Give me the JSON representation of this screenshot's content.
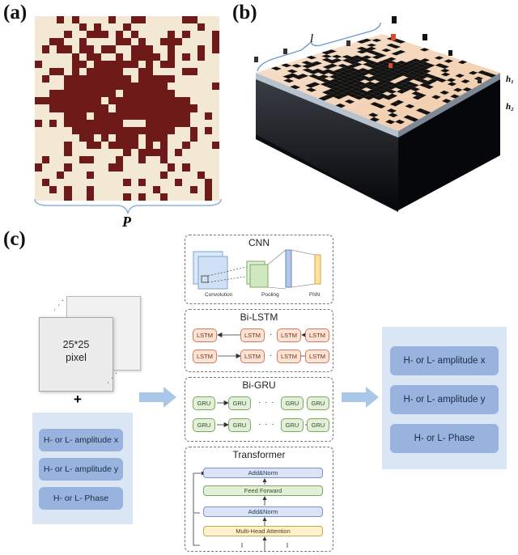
{
  "panels": {
    "a": "(a)",
    "b": "(b)",
    "c": "(c)"
  },
  "panel_a": {
    "period_label": "P",
    "colors": {
      "on": "#6e1a18",
      "off": "#f3e8d3"
    },
    "pattern": [
      "0001010000100110000011000",
      "0000001010001000000000100",
      "0000100111010100001010001",
      "0011001000011010011100001",
      "0101101101100111001000101",
      "0000010110010111101010100",
      "1000011011111101011000000",
      "0011010111110011000011000",
      "0100111111111011111000000",
      "0000111111111111110000001",
      "0011111111101111111000000",
      "1111111110111111111110000",
      "0011111111011111111111000",
      "0000111011111111111110010",
      "1010111111110001111110000",
      "0000011111111111111001010",
      "0000001101011101110001000",
      "0000100110111101010010001",
      "0000100000001011110100000",
      "0100001100010010010000000",
      "1000100000110000001010000",
      "0001000100000000010000100",
      "0100000000001010000100010",
      "0010100100000000100001010",
      "0000100100001010010000010"
    ]
  },
  "panel_b": {
    "width_label": "l",
    "h1_label": "h₁",
    "h2_label": "h₂"
  },
  "input": {
    "pixel_label_1": "25*25",
    "pixel_label_2": "pixel",
    "plus": "+",
    "features": [
      "H- or L- amplitude x",
      "H- or L- amplitude y",
      "H- or L- Phase"
    ]
  },
  "models": {
    "cnn": {
      "title": "CNN",
      "labels": [
        "Convolution",
        "Pooling",
        "FNN"
      ]
    },
    "bilstm": {
      "title": "Bi-LSTM",
      "cell": "LSTM"
    },
    "bigru": {
      "title": "Bi-GRU",
      "cell": "GRU"
    },
    "transformer": {
      "title": "Transformer",
      "layers": [
        "Add&Norm",
        "Feed Forward",
        "Add&Norm",
        "Multi-Head Attention"
      ]
    }
  },
  "output": {
    "features": [
      "H- or L- amplitude x",
      "H- or L- amplitude y",
      "H- or L- Phase"
    ]
  },
  "arrow_color": "#a9c7e8"
}
